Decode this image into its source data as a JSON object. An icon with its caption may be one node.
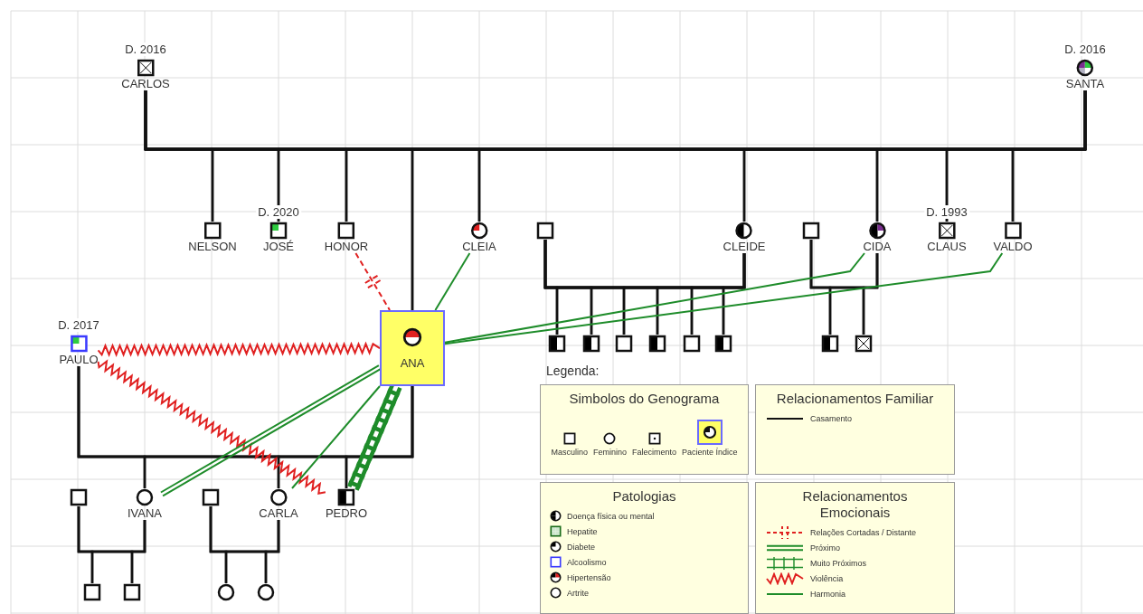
{
  "diagram": {
    "nodes": [
      {
        "text": [
          "CARLOS"
        ],
        "beside": [
          "D. 2016"
        ]
      },
      {
        "text": [
          "SANTA"
        ],
        "beside": [
          "D. 2016"
        ]
      },
      {
        "text": [
          "NELSON"
        ]
      },
      {
        "text": [
          "JOSÉ"
        ],
        "beside": [
          "D. 2020"
        ]
      },
      {
        "text": [
          "HONOR"
        ]
      },
      {
        "text": [
          "CLEIA"
        ]
      },
      {
        "text": [],
        "shape": "box"
      },
      {
        "text": [
          "CLEIDE"
        ]
      },
      {
        "text": [],
        "shape": "box"
      },
      {
        "text": [
          "CIDA"
        ]
      },
      {
        "text": [
          "CLAUS"
        ],
        "beside": [
          "D. 1993"
        ]
      },
      {
        "text": [
          "VALDO"
        ]
      },
      {
        "text": [
          "PAULO"
        ],
        "beside": [
          "D. 2017"
        ]
      },
      {
        "text": [
          "ANA"
        ]
      },
      {
        "text": [],
        "shape": "box"
      },
      {
        "text": [],
        "shape": "box"
      },
      {
        "text": [],
        "shape": "box"
      },
      {
        "text": [],
        "shape": "box"
      },
      {
        "text": [],
        "shape": "box"
      },
      {
        "text": [],
        "shape": "box"
      },
      {
        "text": [],
        "shape": "box"
      },
      {
        "text": [],
        "shape": "box"
      },
      {
        "text": [],
        "shape": "box"
      },
      {
        "text": [
          "IVANA"
        ]
      },
      {
        "text": [],
        "shape": "box"
      },
      {
        "text": [
          "CARLA"
        ]
      },
      {
        "text": [
          "PEDRO"
        ]
      },
      {
        "text": [],
        "shape": "box"
      },
      {
        "text": [],
        "shape": "box"
      },
      {
        "text": [],
        "shape": "circle"
      },
      {
        "text": [],
        "shape": "circle"
      }
    ],
    "edges": [
      {
        "from": 0,
        "to": 1,
        "arrow": "none"
      },
      {
        "from": 0,
        "to": 2,
        "arrow": "none"
      },
      {
        "from": 1,
        "to": 2,
        "arrow": "none"
      },
      {
        "from": 0,
        "to": 3,
        "arrow": "none"
      },
      {
        "from": 1,
        "to": 3,
        "arrow": "none"
      },
      {
        "from": 0,
        "to": 4,
        "arrow": "none"
      },
      {
        "from": 1,
        "to": 4,
        "arrow": "none"
      },
      {
        "from": 0,
        "to": 13,
        "arrow": "none"
      },
      {
        "from": 1,
        "to": 13,
        "arrow": "none"
      },
      {
        "from": 0,
        "to": 5,
        "arrow": "none"
      },
      {
        "from": 1,
        "to": 5,
        "arrow": "none"
      },
      {
        "from": 0,
        "to": 7,
        "arrow": "none"
      },
      {
        "from": 1,
        "to": 7,
        "arrow": "none"
      },
      {
        "from": 0,
        "to": 9,
        "arrow": "none"
      },
      {
        "from": 1,
        "to": 9,
        "arrow": "none"
      },
      {
        "from": 0,
        "to": 10,
        "arrow": "none"
      },
      {
        "from": 1,
        "to": 10,
        "arrow": "none"
      },
      {
        "from": 0,
        "to": 11,
        "arrow": "none"
      },
      {
        "from": 1,
        "to": 11,
        "arrow": "none"
      },
      {
        "from": 12,
        "to": 13,
        "arrow": "none"
      },
      {
        "from": 12,
        "to": 23,
        "arrow": "none"
      },
      {
        "from": 13,
        "to": 23,
        "arrow": "none"
      },
      {
        "from": 12,
        "to": 25,
        "arrow": "none"
      },
      {
        "from": 13,
        "to": 25,
        "arrow": "none"
      },
      {
        "from": 12,
        "to": 26,
        "arrow": "none"
      },
      {
        "from": 13,
        "to": 26,
        "arrow": "none"
      },
      {
        "from": 6,
        "to": 7,
        "arrow": "none"
      },
      {
        "from": 6,
        "to": 14,
        "arrow": "none"
      },
      {
        "from": 7,
        "to": 14,
        "arrow": "none"
      },
      {
        "from": 6,
        "to": 15,
        "arrow": "none"
      },
      {
        "from": 7,
        "to": 15,
        "arrow": "none"
      },
      {
        "from": 6,
        "to": 16,
        "arrow": "none"
      },
      {
        "from": 7,
        "to": 16,
        "arrow": "none"
      },
      {
        "from": 6,
        "to": 17,
        "arrow": "none"
      },
      {
        "from": 7,
        "to": 17,
        "arrow": "none"
      },
      {
        "from": 6,
        "to": 18,
        "arrow": "none"
      },
      {
        "from": 7,
        "to": 18,
        "arrow": "none"
      },
      {
        "from": 6,
        "to": 19,
        "arrow": "none"
      },
      {
        "from": 7,
        "to": 19,
        "arrow": "none"
      },
      {
        "from": 8,
        "to": 9,
        "arrow": "none"
      },
      {
        "from": 8,
        "to": 20,
        "arrow": "none"
      },
      {
        "from": 9,
        "to": 20,
        "arrow": "none"
      },
      {
        "from": 8,
        "to": 21,
        "arrow": "none"
      },
      {
        "from": 9,
        "to": 21,
        "arrow": "none"
      },
      {
        "from": 22,
        "to": 23,
        "arrow": "none"
      },
      {
        "from": 22,
        "to": 27,
        "arrow": "none"
      },
      {
        "from": 23,
        "to": 27,
        "arrow": "none"
      },
      {
        "from": 22,
        "to": 28,
        "arrow": "none"
      },
      {
        "from": 23,
        "to": 28,
        "arrow": "none"
      },
      {
        "from": 24,
        "to": 25,
        "arrow": "none"
      },
      {
        "from": 24,
        "to": 29,
        "arrow": "none"
      },
      {
        "from": 25,
        "to": 29,
        "arrow": "none"
      },
      {
        "from": 24,
        "to": 30,
        "arrow": "none"
      },
      {
        "from": 25,
        "to": 30,
        "arrow": "none"
      },
      {
        "from": 12,
        "to": 13,
        "arrow": "none",
        "color": "#e02020"
      },
      {
        "from": 12,
        "to": 26,
        "arrow": "none",
        "color": "#e02020"
      },
      {
        "from": 4,
        "to": 13,
        "arrow": "none",
        "style": "dashed",
        "color": "#e02020"
      },
      {
        "from": 5,
        "to": 13,
        "arrow": "none",
        "color": "#1e8c2a"
      },
      {
        "from": 13,
        "to": 9,
        "arrow": "none",
        "color": "#1e8c2a"
      },
      {
        "from": 13,
        "to": 11,
        "arrow": "none",
        "color": "#1e8c2a"
      },
      {
        "from": 13,
        "to": 23,
        "arrow": "none",
        "color": "#1e8c2a"
      },
      {
        "from": 13,
        "to": 25,
        "arrow": "none",
        "color": "#1e8c2a"
      },
      {
        "from": 13,
        "to": 26,
        "arrow": "none",
        "style": "thick",
        "color": "#1e8c2a"
      }
    ],
    "labels": [
      "Legenda:",
      "Simbolos do Genograma",
      "Relacionamentos Familiar",
      "Patologias",
      "Relacionamentos Emocionais"
    ],
    "legend": [
      {
        "text": "Masculino"
      },
      {
        "text": "Feminino"
      },
      {
        "text": "Falecimento"
      },
      {
        "text": "Paciente Índice"
      },
      {
        "text": "Casamento"
      },
      {
        "text": "Doença física ou mental"
      },
      {
        "text": "Hepatite"
      },
      {
        "text": "Diabete"
      },
      {
        "text": "Alcoolismo"
      },
      {
        "text": "Hipertensão"
      },
      {
        "text": "Artrite"
      },
      {
        "text": "Relações Cortadas / Distante"
      },
      {
        "text": "Próximo"
      },
      {
        "text": "Muito Próximos"
      },
      {
        "text": "Violência"
      },
      {
        "text": "Harmonia"
      }
    ]
  }
}
